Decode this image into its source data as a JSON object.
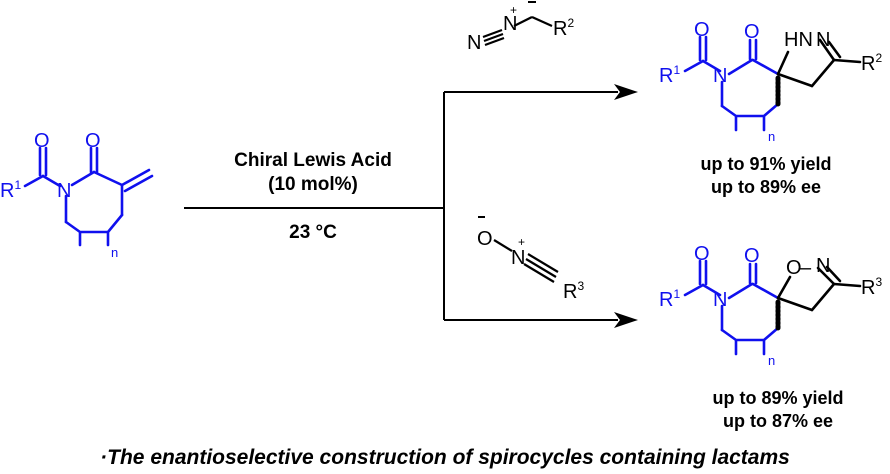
{
  "colors": {
    "scaffold": "#1010ee",
    "line": "#000000"
  },
  "conditions": {
    "catalyst": "Chiral Lewis Acid",
    "loading": "(10 mol%)",
    "temperature": "23 °C"
  },
  "products": [
    {
      "yield": "up to 91% yield",
      "ee": "up to 89% ee"
    },
    {
      "yield": "up to 89% yield",
      "ee": "up to 87% ee"
    }
  ],
  "caption": "·The enantioselective construction of spirocycles containing lactams"
}
